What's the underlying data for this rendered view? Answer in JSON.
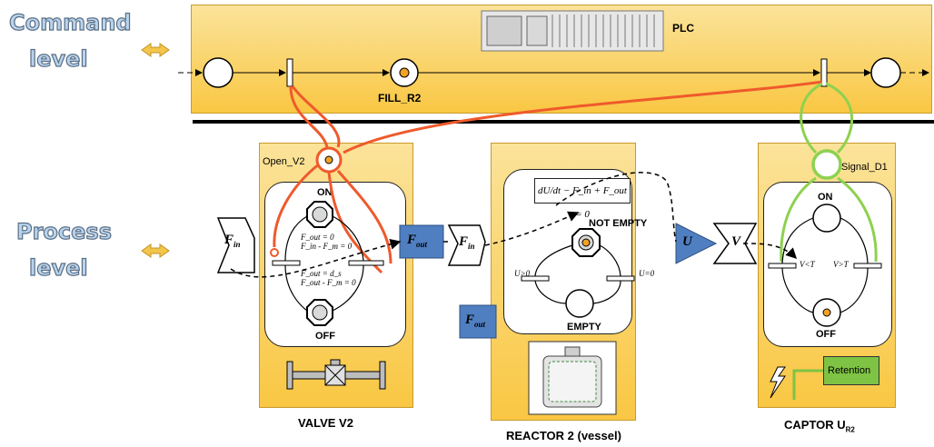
{
  "levels": {
    "command": [
      "Command",
      "level"
    ],
    "process": [
      "Process",
      "level"
    ]
  },
  "plc": {
    "label": "PLC"
  },
  "places": {
    "fill": "FILL_R2",
    "open_v2": "Open_V2",
    "signal_d1": "Signal_D1"
  },
  "valve": {
    "title": "VALVE V2",
    "on": "ON",
    "off": "OFF",
    "eq_upper": [
      "F_out = 0",
      "F_in - F_m = 0"
    ],
    "eq_lower": [
      "F_out = d_s",
      "F_out - F_m = 0"
    ]
  },
  "reactor": {
    "title": "REACTOR 2 (vessel)",
    "equation": "dU/dt − F_in + F_out = 0",
    "not_empty": "NOT EMPTY",
    "empty": "EMPTY",
    "t_left": "U>0",
    "t_right": "U=0"
  },
  "captor": {
    "title": "CAPTOR U",
    "title_sub": "R2",
    "on": "ON",
    "off": "OFF",
    "t_left": "V<T",
    "t_right": "V>T",
    "retention": "Retention"
  },
  "signals": {
    "f_in": "F",
    "f_in_sub": "in",
    "f_out": "F",
    "f_out_sub": "out",
    "u": "U",
    "v": "V"
  },
  "colors": {
    "panel": "#f9c743",
    "red_arc": "#ef5a2c",
    "green_arc": "#8dd14f",
    "blue_box": "#4f7fc0",
    "retention": "#7ec344"
  }
}
